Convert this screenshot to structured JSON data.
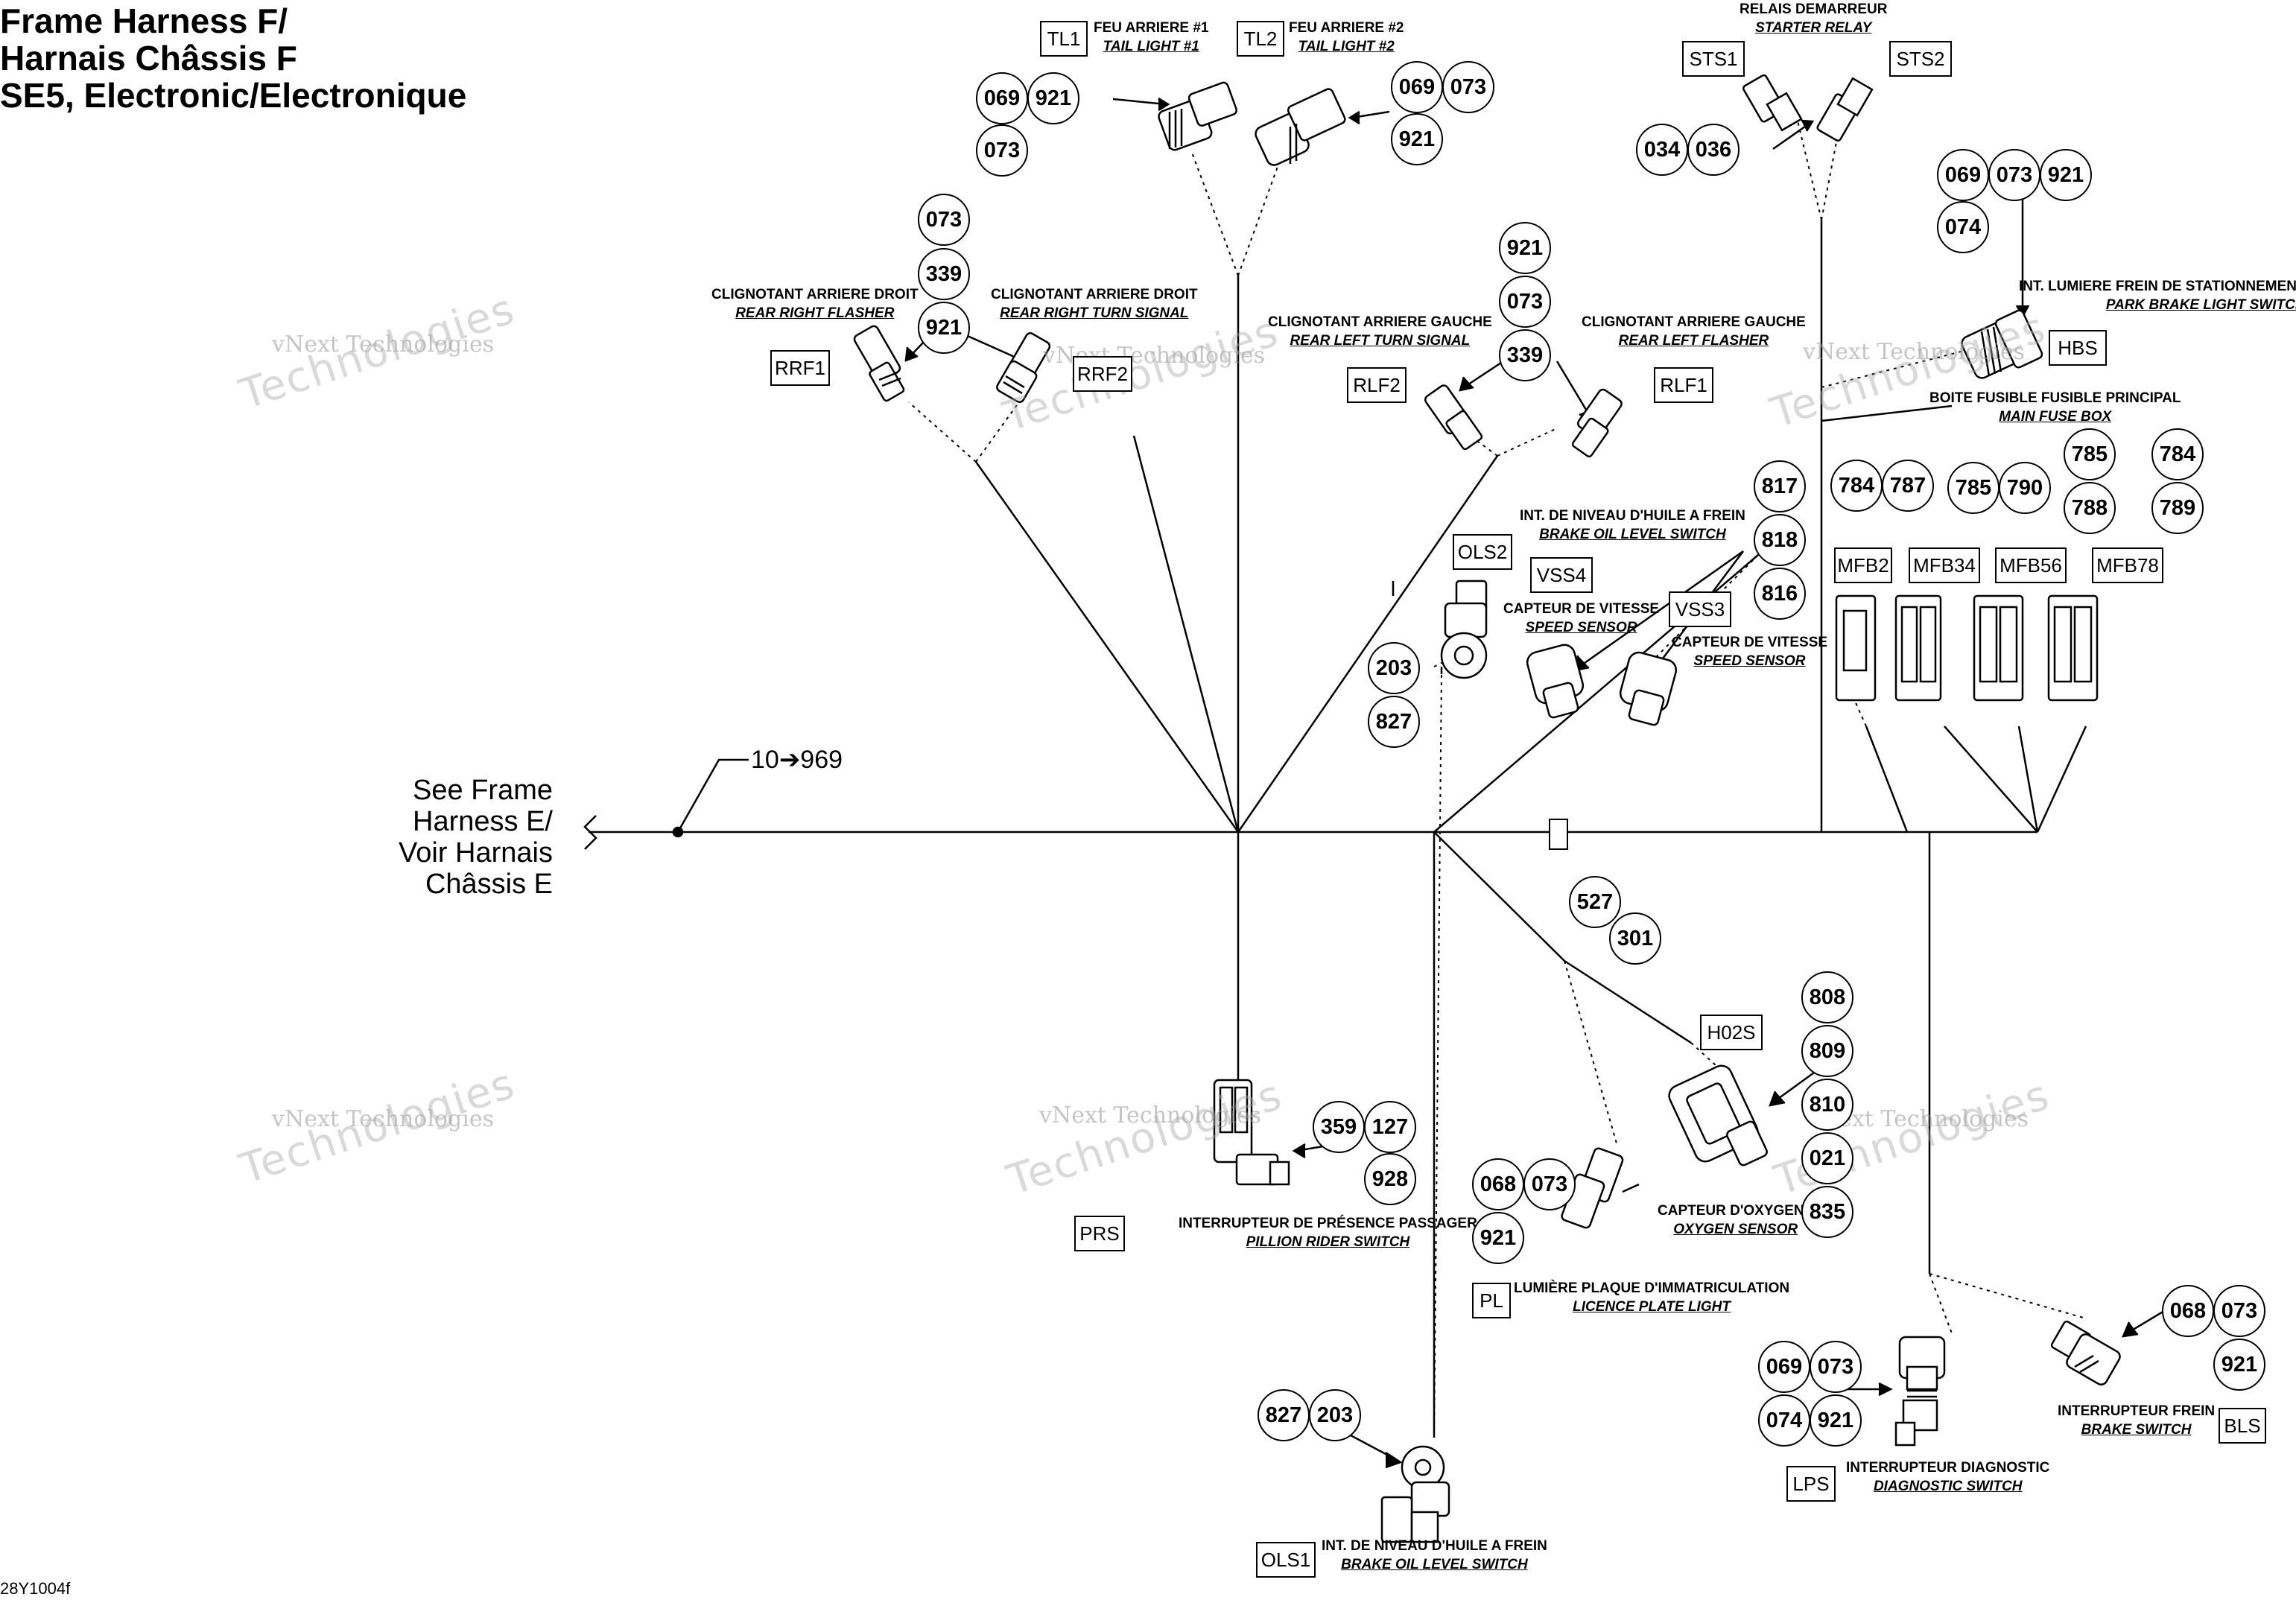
{
  "title": [
    "Frame Harness F/",
    "Harnais Châssis F",
    "SE5, Electronic/Electronique"
  ],
  "see_ref": [
    "See Frame",
    "Harness E/",
    "Voir Harnais",
    "Châssis E"
  ],
  "wire_ref": "10➔969",
  "doc_id": "28Y1004f",
  "watermark": "vNext Technologies",
  "watermark_big": "Technologies",
  "components": {
    "TL1": {
      "code": "TL1",
      "fr": "FEU ARRIERE #1",
      "en": "TAIL LIGHT #1"
    },
    "TL2": {
      "code": "TL2",
      "fr": "FEU ARRIERE #2",
      "en": "TAIL LIGHT #2"
    },
    "STS": {
      "fr": "RELAIS DEMARREUR",
      "en": "STARTER RELAY",
      "code1": "STS1",
      "code2": "STS2"
    },
    "RRF1": {
      "code": "RRF1",
      "fr": "CLIGNOTANT ARRIERE DROIT",
      "en": "REAR RIGHT FLASHER"
    },
    "RRF2": {
      "code": "RRF2",
      "fr": "CLIGNOTANT ARRIERE DROIT",
      "en": "REAR RIGHT TURN SIGNAL"
    },
    "RLF2": {
      "code": "RLF2",
      "fr": "CLIGNOTANT ARRIERE GAUCHE",
      "en": "REAR LEFT TURN SIGNAL"
    },
    "RLF1": {
      "code": "RLF1",
      "fr": "CLIGNOTANT ARRIERE GAUCHE",
      "en": "REAR LEFT FLASHER"
    },
    "HBS": {
      "code": "HBS",
      "fr": "INT. LUMIERE FREIN DE STATIONNEMENT",
      "en": "PARK BRAKE LIGHT SWITCH"
    },
    "MFB": {
      "fr": "BOITE FUSIBLE FUSIBLE PRINCIPAL",
      "en": "MAIN FUSE BOX",
      "codes": [
        "MFB2",
        "MFB34",
        "MFB56",
        "MFB78"
      ]
    },
    "OLS2": {
      "code": "OLS2",
      "fr": "INT. DE NIVEAU D'HUILE A FREIN",
      "en": "BRAKE OIL LEVEL SWITCH"
    },
    "VSS4": {
      "code": "VSS4",
      "fr": "CAPTEUR DE VITESSE",
      "en": "SPEED SENSOR"
    },
    "VSS3": {
      "code": "VSS3",
      "fr": "CAPTEUR DE VITESSE",
      "en": "SPEED SENSOR"
    },
    "H02S": {
      "code": "H02S",
      "fr": "CAPTEUR D'OXYGENE",
      "en": "OXYGEN SENSOR"
    },
    "PRS": {
      "code": "PRS",
      "fr": "INTERRUPTEUR DE PRÉSENCE PASSAGER",
      "en": "PILLION RIDER SWITCH"
    },
    "PL": {
      "code": "PL",
      "fr": "LUMIÈRE PLAQUE D'IMMATRICULATION",
      "en": "LICENCE PLATE LIGHT"
    },
    "LPS": {
      "code": "LPS",
      "fr": "INTERRUPTEUR DIAGNOSTIC",
      "en": "DIAGNOSTIC SWITCH"
    },
    "BLS": {
      "code": "BLS",
      "fr": "INTERRUPTEUR FREIN",
      "en": "BRAKE SWITCH"
    },
    "OLS1": {
      "code": "OLS1",
      "fr": "INT. DE NIVEAU D'HUILE A FREIN",
      "en": "BRAKE OIL LEVEL SWITCH"
    }
  },
  "wires": {
    "tl1": [
      "069",
      "921",
      "073"
    ],
    "tl2": [
      "069",
      "073",
      "921"
    ],
    "sts": [
      "034",
      "036"
    ],
    "hbs": [
      "069",
      "073",
      "921",
      "074"
    ],
    "rrf": [
      "073",
      "339",
      "921"
    ],
    "rlf": [
      "921",
      "073",
      "339"
    ],
    "mfb2": [
      "784",
      "787"
    ],
    "mfb34": [
      "785",
      "790"
    ],
    "mfb56": [
      "785",
      "788"
    ],
    "mfb78": [
      "784",
      "789"
    ],
    "vss": [
      "817",
      "818",
      "816"
    ],
    "ols2": [
      "203",
      "827"
    ],
    "mid": [
      "527",
      "301"
    ],
    "h02s": [
      "808",
      "809",
      "810",
      "021",
      "835"
    ],
    "prs": [
      "359",
      "127",
      "928"
    ],
    "pl": [
      "068",
      "073",
      "921"
    ],
    "lps": [
      "069",
      "073",
      "074",
      "921"
    ],
    "bls": [
      "068",
      "073",
      "921"
    ],
    "ols1": [
      "827",
      "203"
    ]
  }
}
